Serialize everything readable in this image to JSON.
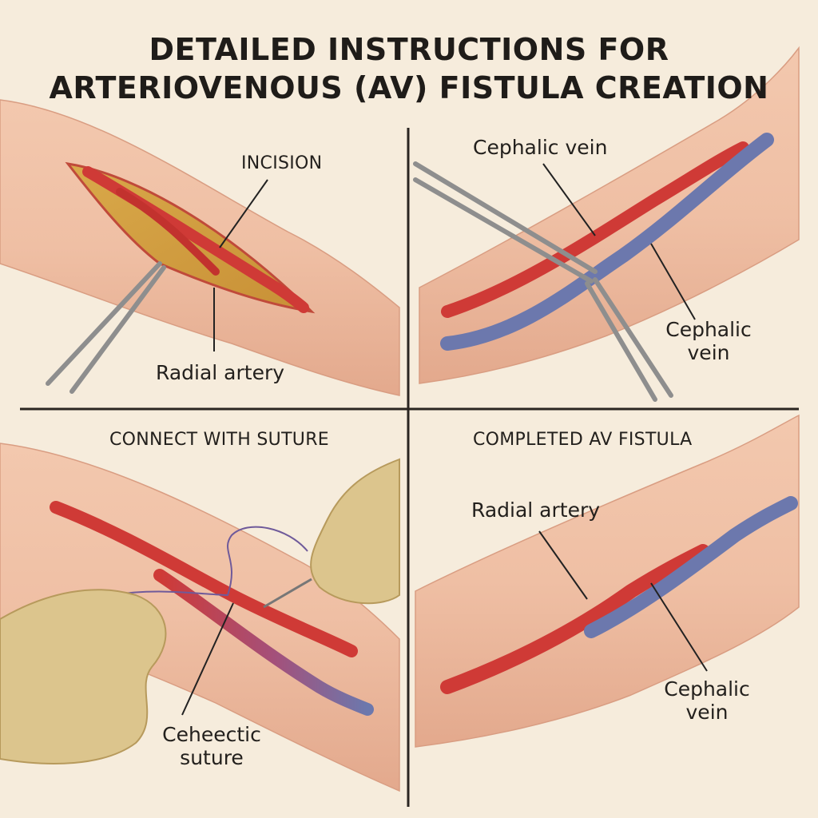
{
  "title": {
    "line1": "DETAILED INSTRUCTIONS FOR",
    "line2": "ARTERIOVENOUS (AV) FISTULA CREATION"
  },
  "panels": {
    "incision": {
      "heading": "INCISION",
      "artery_label": "Radial artery"
    },
    "isolation": {
      "vein_label_top": "Cephalic vein",
      "vein_label_bottom_1": "Cephalic",
      "vein_label_bottom_2": "vein"
    },
    "suture": {
      "heading": "CONNECT WITH SUTURE",
      "suture_label_1": "Ceheectic",
      "suture_label_2": "suture"
    },
    "completed": {
      "heading": "COMPLETED AV FISTULA",
      "artery_label": "Radial artery",
      "vein_label_1": "Cephalic",
      "vein_label_2": "vein"
    }
  },
  "colors": {
    "background": "#f6ecdc",
    "skin": "#efbfa4",
    "artery": "#cf3a36",
    "vein": "#6c78ad",
    "glove": "#dcc58d",
    "instrument": "#8e8e8e",
    "divider": "#2a2521"
  }
}
